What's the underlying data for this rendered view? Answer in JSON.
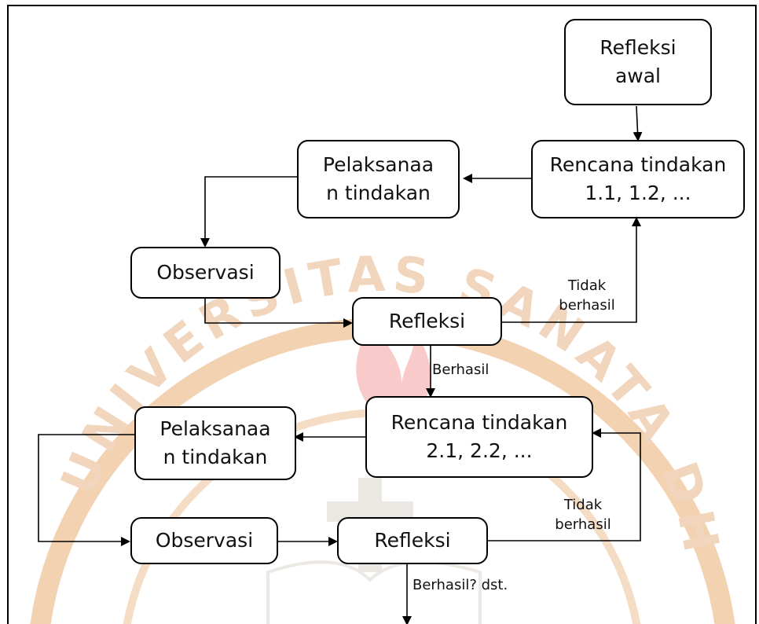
{
  "watermark": {
    "arc_text": "UNIVERSITAS SANATA DHARMA",
    "colors": {
      "ring": "#f3d2b2",
      "flame": "#f8c4c4",
      "text": "#f1d6bd"
    }
  },
  "colors": {
    "stroke": "#000000",
    "text": "#111111"
  },
  "nodes": {
    "refleksi_awal": [
      "Refleksi",
      "awal"
    ],
    "rencana_1": [
      "Rencana tindakan",
      "1.1, 1.2, ..."
    ],
    "pelaksanaan_1": [
      "Pelaksanaa",
      "n tindakan"
    ],
    "observasi_1": "Observasi",
    "refleksi_1": "Refleksi",
    "rencana_2": [
      "Rencana tindakan",
      "2.1, 2.2, ..."
    ],
    "pelaksanaan_2": [
      "Pelaksanaa",
      "n tindakan"
    ],
    "observasi_2": "Observasi",
    "refleksi_2": "Refleksi"
  },
  "labels": {
    "tidak_berhasil_1": [
      "Tidak",
      "berhasil"
    ],
    "berhasil_1": "Berhasil",
    "tidak_berhasil_2": [
      "Tidak",
      "berhasil"
    ],
    "berhasil_2": "Berhasil? dst."
  }
}
